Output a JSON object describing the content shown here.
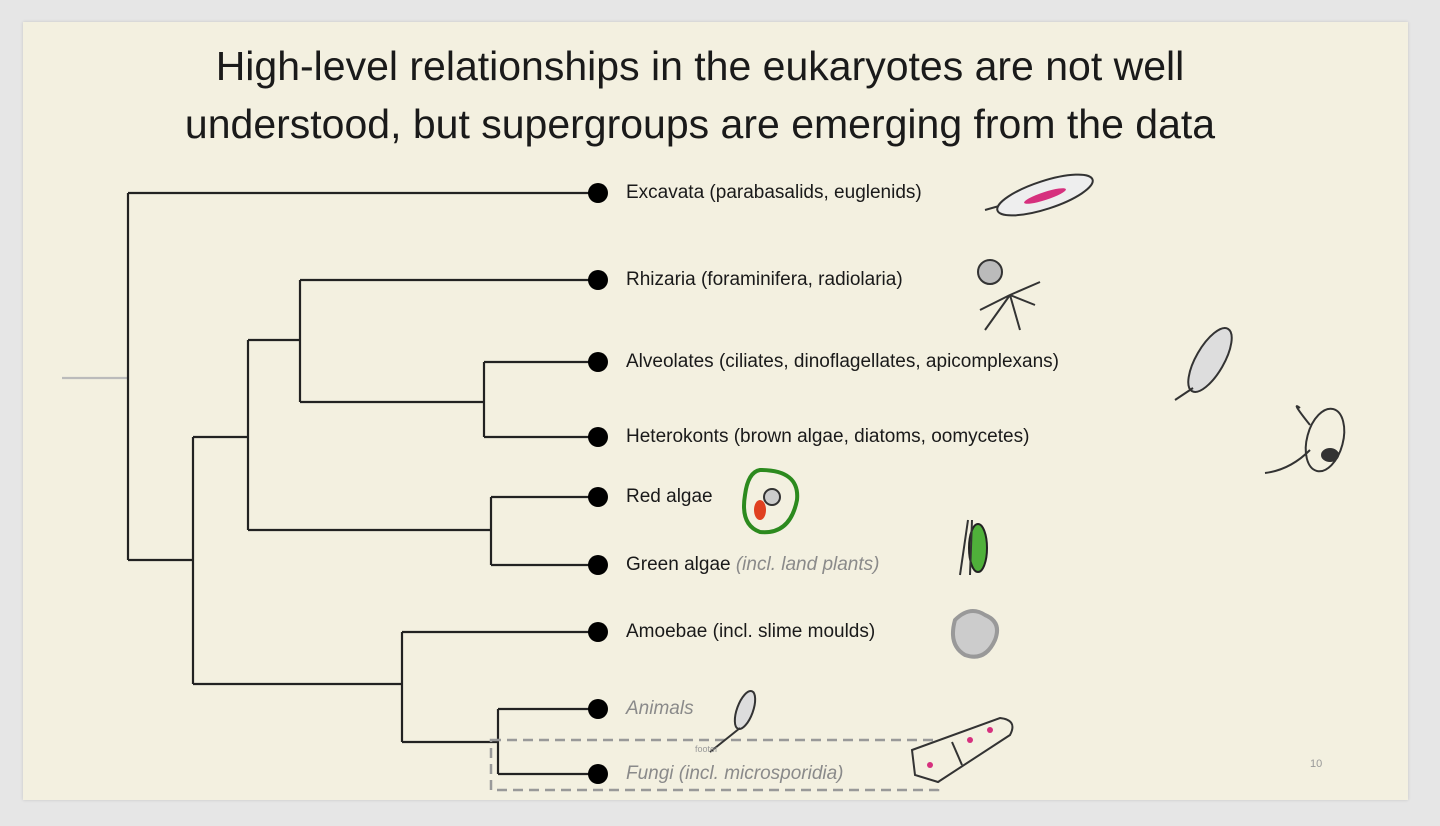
{
  "title_line1": "High-level relationships in the eukaryotes are not well",
  "title_line2": "understood, but supergroups are emerging from the data",
  "taxa": [
    {
      "name": "Excavata (parabasalids, euglenids)"
    },
    {
      "name": "Rhizaria (foraminifera, radiolaria)"
    },
    {
      "name": "Alveolates (ciliates, dinoflagellates, apicomplexans)"
    },
    {
      "name": "Heterokonts (brown algae, diatoms, oomycetes)"
    },
    {
      "name": "Red algae"
    },
    {
      "name": "Green algae",
      "note": "(incl. land plants)"
    },
    {
      "name": "Amoebae (incl. slime moulds)"
    },
    {
      "name": "Animals"
    },
    {
      "name": "Fungi (incl. microsporidia)"
    }
  ],
  "footer": "footer",
  "page_number": "10",
  "colors": {
    "background": "#f3f0e0",
    "line": "#222222",
    "muted_label": "#8a8a8a",
    "highlight_box": "#999999"
  }
}
